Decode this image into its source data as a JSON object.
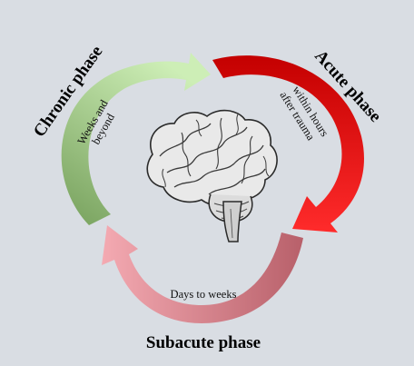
{
  "diagram": {
    "center_image": "brain-illustration",
    "phases": {
      "acute": {
        "title": "Acute phase",
        "note_line1": "within hours",
        "note_line2": "after trauma",
        "arrow_color_start": "#c80000",
        "arrow_color_end": "#ff2a2a"
      },
      "subacute": {
        "title": "Subacute phase",
        "note": "Days to weeks",
        "arrow_color_start": "#c97078",
        "arrow_color_end": "#f2a6ae"
      },
      "chronic": {
        "title": "Chronic phase",
        "note_line1": "Weeks and",
        "note_line2": "beyond",
        "arrow_color_start": "#7a9e60",
        "arrow_color_end": "#c9ecb0"
      }
    },
    "background_color": "#d9dde3"
  }
}
